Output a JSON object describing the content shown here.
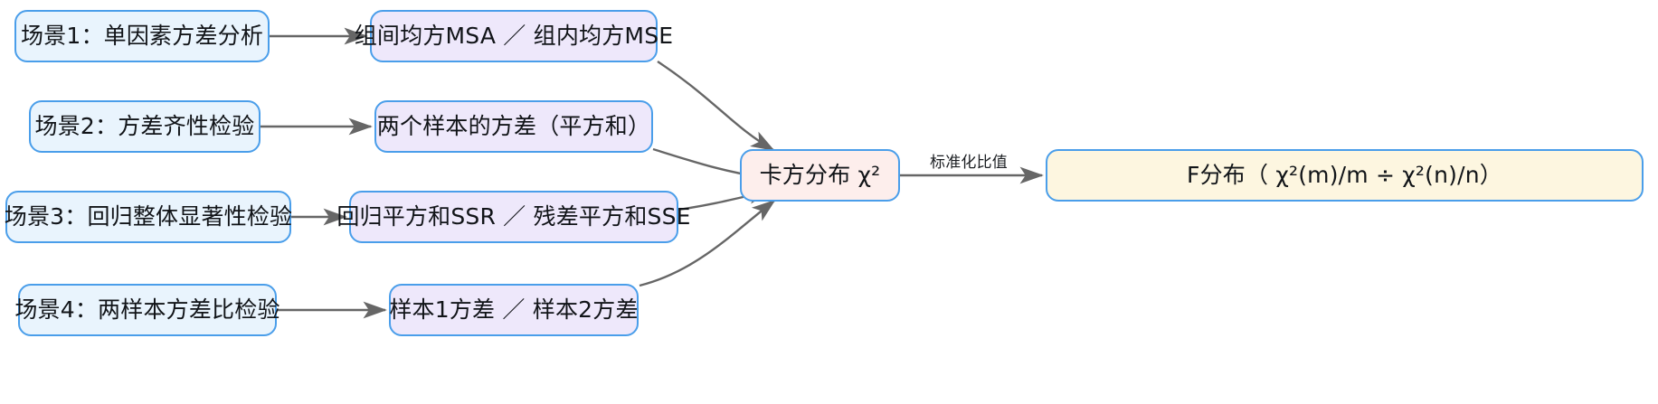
{
  "diagram": {
    "type": "flowchart",
    "direction": "left-to-right",
    "title": "",
    "palette": {
      "scenario_fill": "#e9f4fd",
      "statistic_fill": "#eee8fb",
      "chisq_fill": "#fdeeec",
      "fdist_fill": "#fdf6e0",
      "node_border": "#4a9eea",
      "edge_color": "#666666",
      "text_color": "#111418",
      "background": "#ffffff"
    },
    "scenarios": [
      {
        "id": "scenario-1",
        "label": "场景1：单因素方差分析"
      },
      {
        "id": "scenario-2",
        "label": "场景2：方差齐性检验"
      },
      {
        "id": "scenario-3",
        "label": "场景3：回归整体显著性检验"
      },
      {
        "id": "scenario-4",
        "label": "场景4：两样本方差比检验"
      }
    ],
    "statistics": [
      {
        "id": "statistic-1",
        "label": "组间均方MSA ／ 组内均方MSE"
      },
      {
        "id": "statistic-2",
        "label": "两个样本的方差（平方和）"
      },
      {
        "id": "statistic-3",
        "label": "回归平方和SSR ／ 残差平方和SSE"
      },
      {
        "id": "statistic-4",
        "label": "样本1方差 ／ 样本2方差"
      }
    ],
    "chisq_node": {
      "id": "chisq-node",
      "label": "卡方分布 χ²"
    },
    "fdist_node": {
      "id": "fdist-node",
      "label": "F分布（ χ²(m)/m ÷  χ²(n)/n）"
    },
    "edge_labels": {
      "normalized_ratio": "标准化比值"
    },
    "edges": [
      {
        "from": "scenario-1",
        "to": "statistic-1",
        "label": ""
      },
      {
        "from": "scenario-2",
        "to": "statistic-2",
        "label": ""
      },
      {
        "from": "scenario-3",
        "to": "statistic-3",
        "label": ""
      },
      {
        "from": "scenario-4",
        "to": "statistic-4",
        "label": ""
      },
      {
        "from": "statistic-1",
        "to": "chisq-node",
        "label": ""
      },
      {
        "from": "statistic-2",
        "to": "chisq-node",
        "label": ""
      },
      {
        "from": "statistic-3",
        "to": "chisq-node",
        "label": ""
      },
      {
        "from": "statistic-4",
        "to": "chisq-node",
        "label": ""
      },
      {
        "from": "chisq-node",
        "to": "fdist-node",
        "label": "标准化比值"
      }
    ]
  }
}
